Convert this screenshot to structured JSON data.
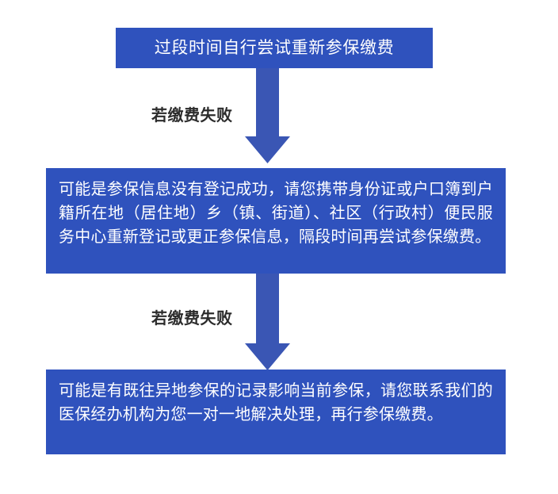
{
  "diagram": {
    "type": "flowchart",
    "orientation": "top-to-bottom",
    "colors": {
      "node_fill": "#2f52bd",
      "node_text": "#ffffff",
      "arrow_fill": "#3a56b4",
      "label_text": "#2b2b2b",
      "background": "#ffffff"
    },
    "nodes": [
      {
        "id": "start",
        "name": "retry-payment-node",
        "text": "过段时间自行尝试重新参保缴费"
      },
      {
        "id": "advice-registration",
        "name": "registration-advice-node",
        "text": "可能是参保信息没有登记成功，请您携带身份证或户口簿到户籍所在地（居住地）乡（镇、街道）、社区（行政村）便民服务中心重新登记或更正参保信息，隔段时间再尝试参保缴费。"
      },
      {
        "id": "advice-contact",
        "name": "contact-advice-node",
        "text": "可能是有既往异地参保的记录影响当前参保，请您联系我们的医保经办机构为您一对一地解决处理，再行参保缴费。"
      }
    ],
    "edges": [
      {
        "id": "edge-1",
        "from": "start",
        "to": "advice-registration",
        "label": "若缴费失败",
        "arrow": "down-block-arrow"
      },
      {
        "id": "edge-2",
        "from": "advice-registration",
        "to": "advice-contact",
        "label": "若缴费失败",
        "arrow": "down-block-arrow"
      }
    ]
  }
}
